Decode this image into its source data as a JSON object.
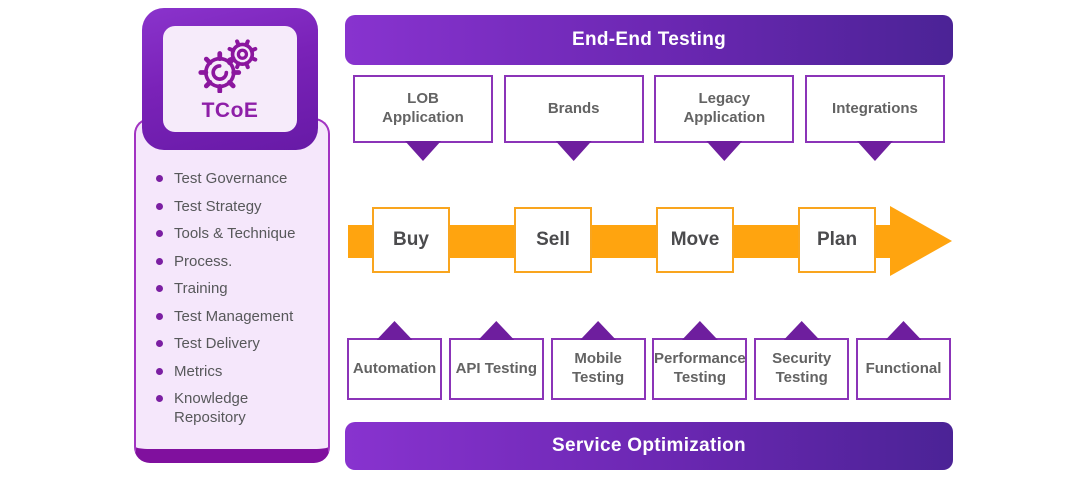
{
  "tcoe": {
    "badge_label": "TCoE",
    "icon": "gears-icon",
    "capabilities": [
      "Test Governance",
      "Test Strategy",
      "Tools & Technique",
      "Process.",
      "Training",
      "Test Management",
      "Test Delivery",
      "Metrics",
      "Knowledge Repository"
    ]
  },
  "flow": {
    "top_banner": "End-End Testing",
    "bottom_banner": "Service Optimization",
    "channels": [
      "LOB Application",
      "Brands",
      "Legacy Application",
      "Integrations"
    ],
    "journey_steps": [
      "Buy",
      "Sell",
      "Move",
      "Plan"
    ],
    "testing_services": [
      "Automation",
      "API Testing",
      "Mobile Testing",
      "Performance Testing",
      "Security Testing",
      "Functional"
    ]
  },
  "colors": {
    "banner_gradient_start": "#8833cf",
    "banner_gradient_end": "#4b2396",
    "badge_purple": "#7a22b8",
    "card_fill": "#f5e7fb",
    "card_border": "#a233c2",
    "card_base_bar": "#80109e",
    "box_border_purple": "#8b34b8",
    "connector_purple": "#6e1e9e",
    "arrow_orange": "#ffa40f",
    "journey_border_orange": "#f9a51e",
    "body_text_gray": "#636363",
    "banner_text": "#ffffff",
    "tcoe_text": "#8e1fa8"
  }
}
